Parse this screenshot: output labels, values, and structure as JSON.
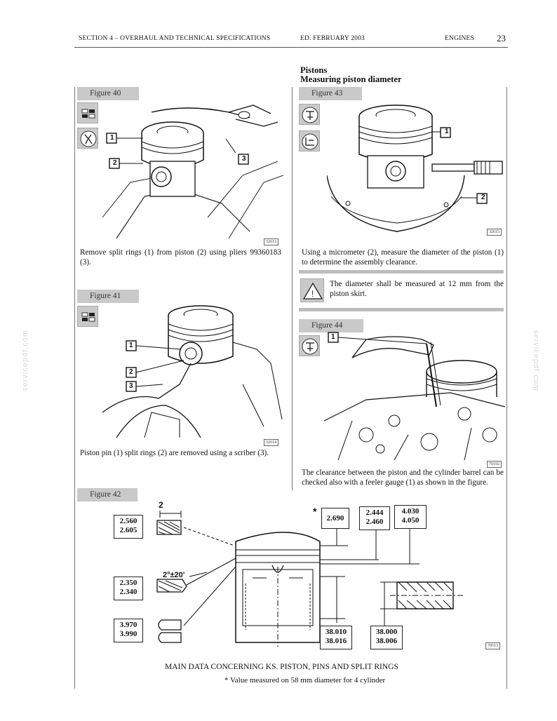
{
  "header": {
    "section": "SECTION 4 – OVERHAUL AND TECHNICAL SPECIFICATIONS",
    "edition": "ED. FEBRUARY 2003",
    "chapter": "ENGINES",
    "page_number": "23"
  },
  "watermark": {
    "left": "servicepdf.com",
    "right": "servicepdf.com"
  },
  "section_heading": {
    "title": "Pistons",
    "subtitle": "Measuring piston diameter"
  },
  "figures": {
    "fig40": {
      "label": "Figure 40",
      "code": "32613",
      "callouts": [
        "1",
        "2",
        "3"
      ],
      "caption": "Remove split rings (1) from piston (2) using pliers 99360183 (3).",
      "icons": [
        "removal-icon",
        "pliers-icon"
      ]
    },
    "fig41": {
      "label": "Figure 41",
      "code": "32614",
      "callouts": [
        "1",
        "2",
        "3"
      ],
      "caption": "Piston pin (1) split rings (2) are removed using a scriber (3).",
      "icons": [
        "removal-icon"
      ]
    },
    "fig43": {
      "label": "Figure 43",
      "code": "32615",
      "callouts": [
        "1",
        "2"
      ],
      "caption": "Using a micrometer (2), measure the diameter of the piston (1) to determine the assembly clearance.",
      "icons": [
        "measure-icon",
        "micrometer-icon"
      ]
    },
    "fig44": {
      "label": "Figure 44",
      "code": "70192",
      "callouts": [
        "1"
      ],
      "caption": "The clearance between the piston and the cylinder barrel can be checked also with a feeler gauge (1) as shown in the figure.",
      "icons": [
        "measure-icon"
      ]
    },
    "fig42": {
      "label": "Figure 42",
      "code": "70513",
      "dim_top": "2",
      "angle": "2°±20'",
      "asterisk": "*",
      "boxes": {
        "ring1": [
          "2.560",
          "2.605"
        ],
        "ring2": [
          "2.350",
          "2.340"
        ],
        "ring3": [
          "3.970",
          "3.990"
        ],
        "groove1": [
          "2.690"
        ],
        "groove2": [
          "2.444",
          "2.460"
        ],
        "groove3": [
          "4.030",
          "4.050"
        ],
        "pinbore": [
          "38.010",
          "38.016"
        ],
        "pin": [
          "38.000",
          "38.006"
        ]
      },
      "title": "MAIN DATA CONCERNING KS. PISTON, PINS AND SPLIT RINGS",
      "note": "* Value measured on 58 mm diameter for 4 cylinder"
    }
  },
  "warning": {
    "icon": "warning-triangle-icon",
    "text": "The diameter shall be measured at 12 mm from the piston skirt."
  }
}
